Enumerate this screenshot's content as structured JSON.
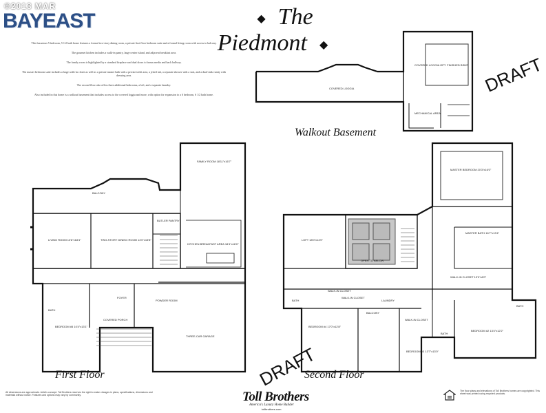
{
  "watermark": {
    "sub": "©2013 MAR",
    "main": "BAYEAST"
  },
  "title": "The Piedmont",
  "title_diamond": "◆",
  "description": [
    "This luxurious 5 bedroom, 5 1/2 bath home features a formal two-story dining room, a private first floor bedroom suite and a formal living room with access to balcony.",
    "The gourmet kitchen includes a walk-in pantry, large center island, and adjacent breakfast area.",
    "The family room is highlighted by a standard fireplace and dual doors to bonus media and back hallway.",
    "The master bedroom suite includes a large walk-in closet as well as a private master bath with a private toilet area, a jetted tub, a separate shower with a seat, and a dual-sink vanity with dressing area.",
    "The second floor also offers three additional bedrooms, a loft, and a separate laundry.",
    "Also included in this home is a walkout basement that includes access to the covered loggia and more, with option for expansion to a 6 bedroom, 6 1/2 bath home."
  ],
  "draft_label": "DRAFT",
  "captions": {
    "basement": "Walkout Basement",
    "first": "First Floor",
    "second": "Second Floor"
  },
  "rooms": {
    "covered_loggia": "COVERED LOGGIA",
    "covered_loggia_opt": "COVERED LOGGIA OPT. FINISHED BSMT",
    "mechanical": "MECHANICAL AREA",
    "balcony_first": "BALCONY",
    "living": "LIVING ROOM 13'8\"x18'4\"",
    "dining": "TWO-STORY DINING ROOM 14'0\"x15'8\"",
    "family": "FAMILY ROOM 18'11\"x16'7\"",
    "kitchen": "KITCHEN BREAKFAST AREA 18'4\"x16'0\"",
    "butler": "BUTLER PANTRY",
    "foyer": "FOYER",
    "powder": "POWDER ROOM",
    "covered_porch": "COVERED PORCH",
    "bedroom5": "BEDROOM #5 10'4\"x13'1\"",
    "bath_first": "BATH",
    "garage": "THREE-CAR GARAGE",
    "loft": "LOFT 18'0\"x14'0\"",
    "open_below": "OPEN TO BELOW",
    "master_bedroom": "MASTER BEDROOM 20'3\"x16'0\"",
    "master_bath": "MASTER BATH 16'7\"x13'4\"",
    "walkin_closet": "WALK-IN CLOSET 13'0\"x8'0\"",
    "walkin_closet2": "WALK-IN CLOSET",
    "walkin_closet3": "WALK-IN CLOSET",
    "walkin_closet4": "WALK-IN CLOSET",
    "bedroom4": "BEDROOM #4 17'0\"x12'8\"",
    "bedroom3": "BEDROOM #3 13'7\"x13'0\"",
    "bedroom2": "BEDROOM #2 13'4\"x12'2\"",
    "laundry": "LAUNDRY",
    "balcony_second": "BALCONY",
    "bath_a": "BATH",
    "bath_b": "BATH",
    "bath_c": "BATH"
  },
  "footer": {
    "brand": "Toll Brothers",
    "tagline": "America's Luxury Home Builder",
    "url": "tollbrothers.com",
    "disclaimer": "All dimensions are approximate. Artist's concept. Toll Brothers reserves the right to make changes in plans, specifications, dimensions and materials without notice. Features and options may vary by community.",
    "copyright": "The floor plans and elevations of Toll Brothers homes are copyrighted. This sheet was printed using recycled products."
  }
}
